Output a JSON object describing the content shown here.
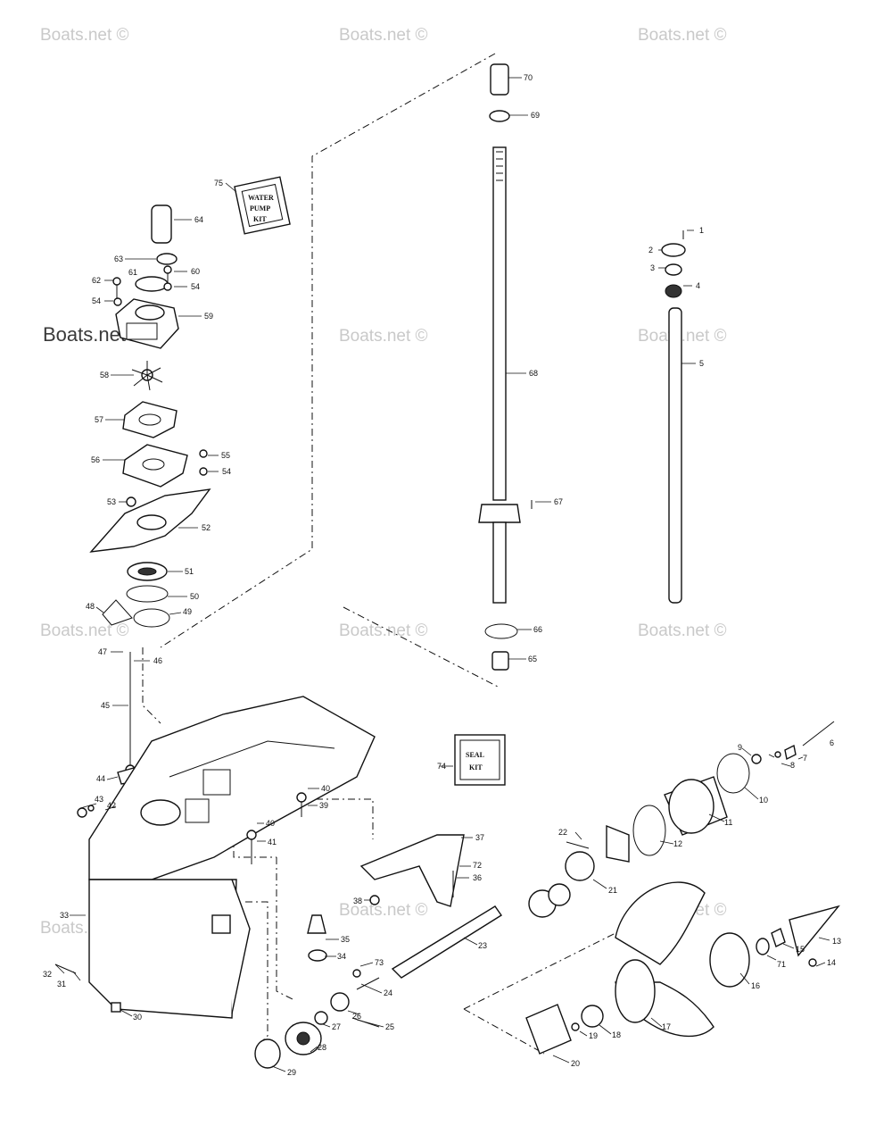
{
  "watermark": {
    "text": "Boats.net ©",
    "highlighted_text": "Boats.net ©"
  },
  "kits": {
    "water_pump_kit": {
      "line1": "WATER",
      "line2": "PUMP",
      "line3": "KIT"
    },
    "seal_kit": {
      "line1": "SEAL",
      "line2": "KIT"
    }
  },
  "callouts": [
    "1",
    "2",
    "3",
    "4",
    "5",
    "6",
    "7",
    "8",
    "9",
    "10",
    "11",
    "12",
    "13",
    "14",
    "15",
    "16",
    "17",
    "18",
    "19",
    "20",
    "21",
    "22",
    "23",
    "24",
    "25",
    "26",
    "27",
    "28",
    "29",
    "30",
    "31",
    "32",
    "33",
    "34",
    "35",
    "36",
    "37",
    "38",
    "39",
    "40",
    "41",
    "42",
    "43",
    "44",
    "45",
    "46",
    "47",
    "48",
    "49",
    "50",
    "51",
    "52",
    "53",
    "54",
    "55",
    "56",
    "57",
    "58",
    "59",
    "60",
    "61",
    "62",
    "63",
    "64",
    "65",
    "66",
    "67",
    "68",
    "69",
    "70",
    "71",
    "72",
    "73",
    "74",
    "75"
  ],
  "colors": {
    "ink": "#111111",
    "watermark": "#c9c9c9",
    "background": "#ffffff"
  }
}
